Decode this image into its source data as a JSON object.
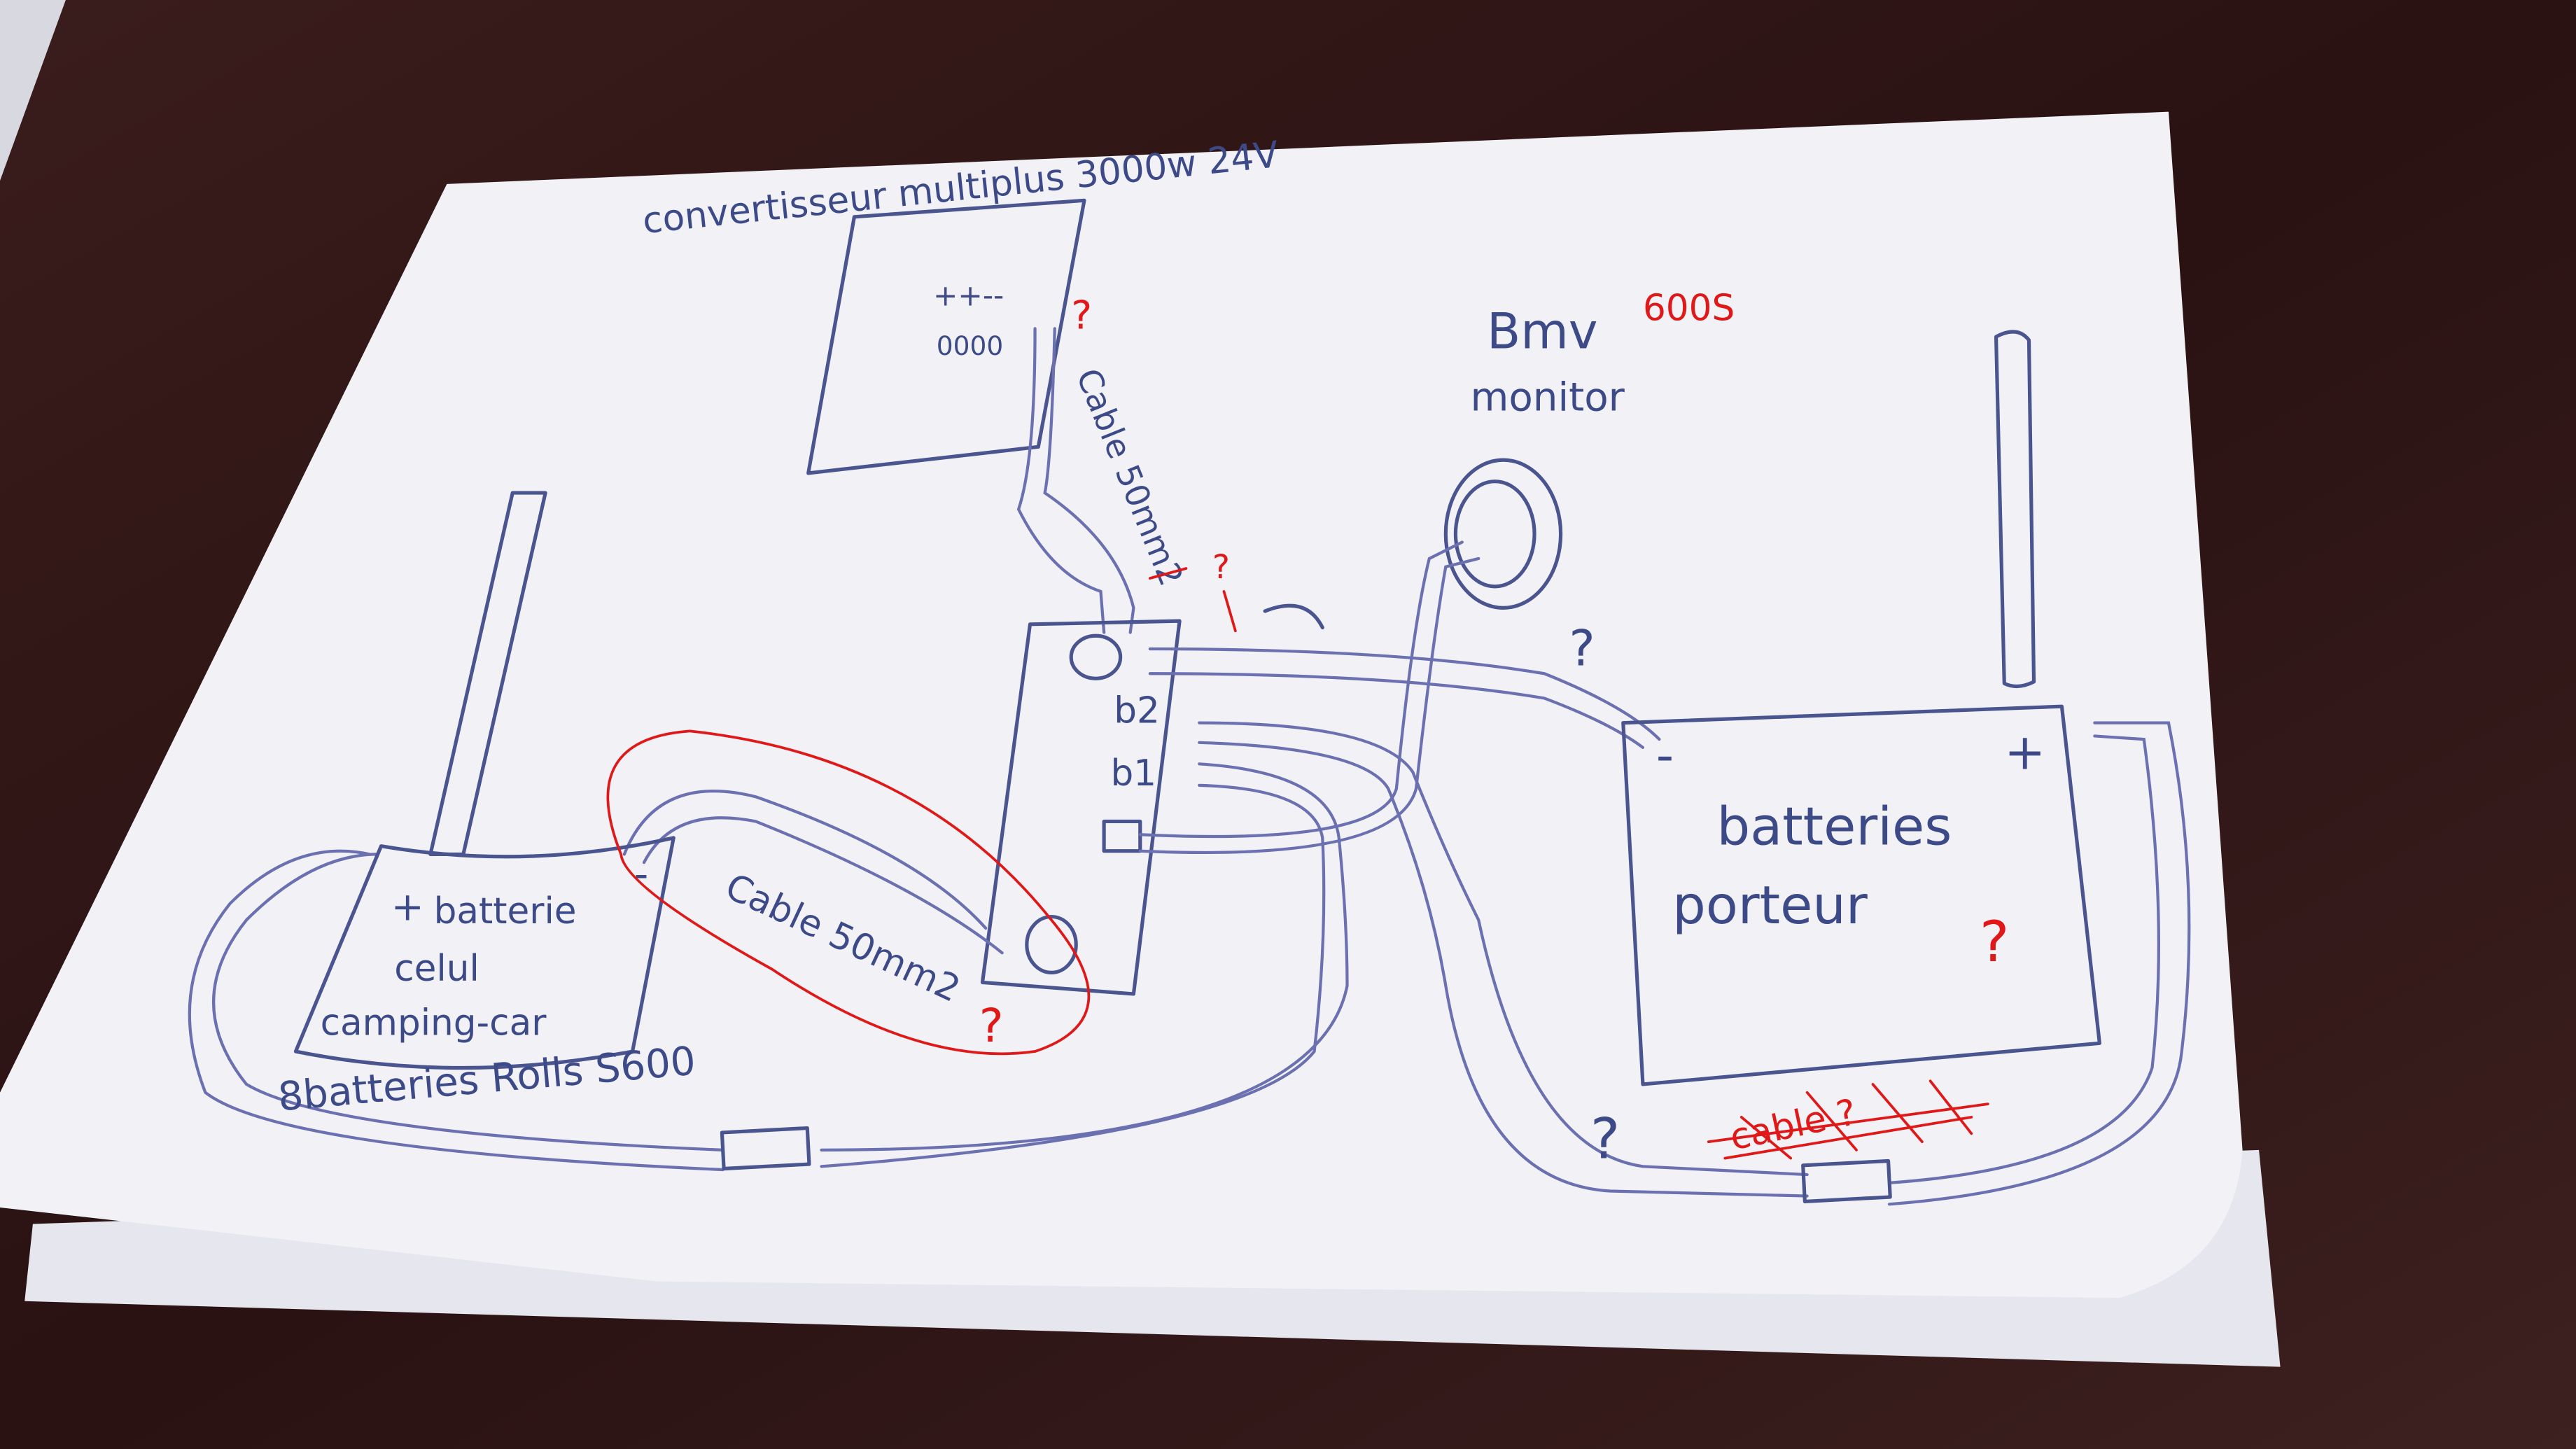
{
  "diagram": {
    "title": "convertisseur multiplus 3000w 24V",
    "converter_terminals": "++--",
    "converter_terminal_holes": "0000",
    "monitor": {
      "model": "Bmv",
      "model_number": "600S",
      "label": "monitor"
    },
    "cable_top": "Cable 50mm2",
    "cable_left": "Cable 50mm2",
    "bus_labels": [
      "b2",
      "b1"
    ],
    "left_battery": {
      "plus": "+",
      "minus": "-",
      "line1": "batterie",
      "line2": "celul",
      "line3": "camping-car"
    },
    "left_battery_caption": "8batteries Rolls S600",
    "right_battery": {
      "plus": "+",
      "minus": "-",
      "line1": "batteries",
      "line2": "porteur"
    },
    "question_marks": [
      "?",
      "?",
      "?",
      "?",
      "?",
      "?"
    ],
    "crossed_out_text": "cable ?",
    "colors": {
      "ink": "#4a5590",
      "annotation": "#e01818",
      "paper": "#f2f2f6",
      "background": "#2a1414"
    }
  }
}
